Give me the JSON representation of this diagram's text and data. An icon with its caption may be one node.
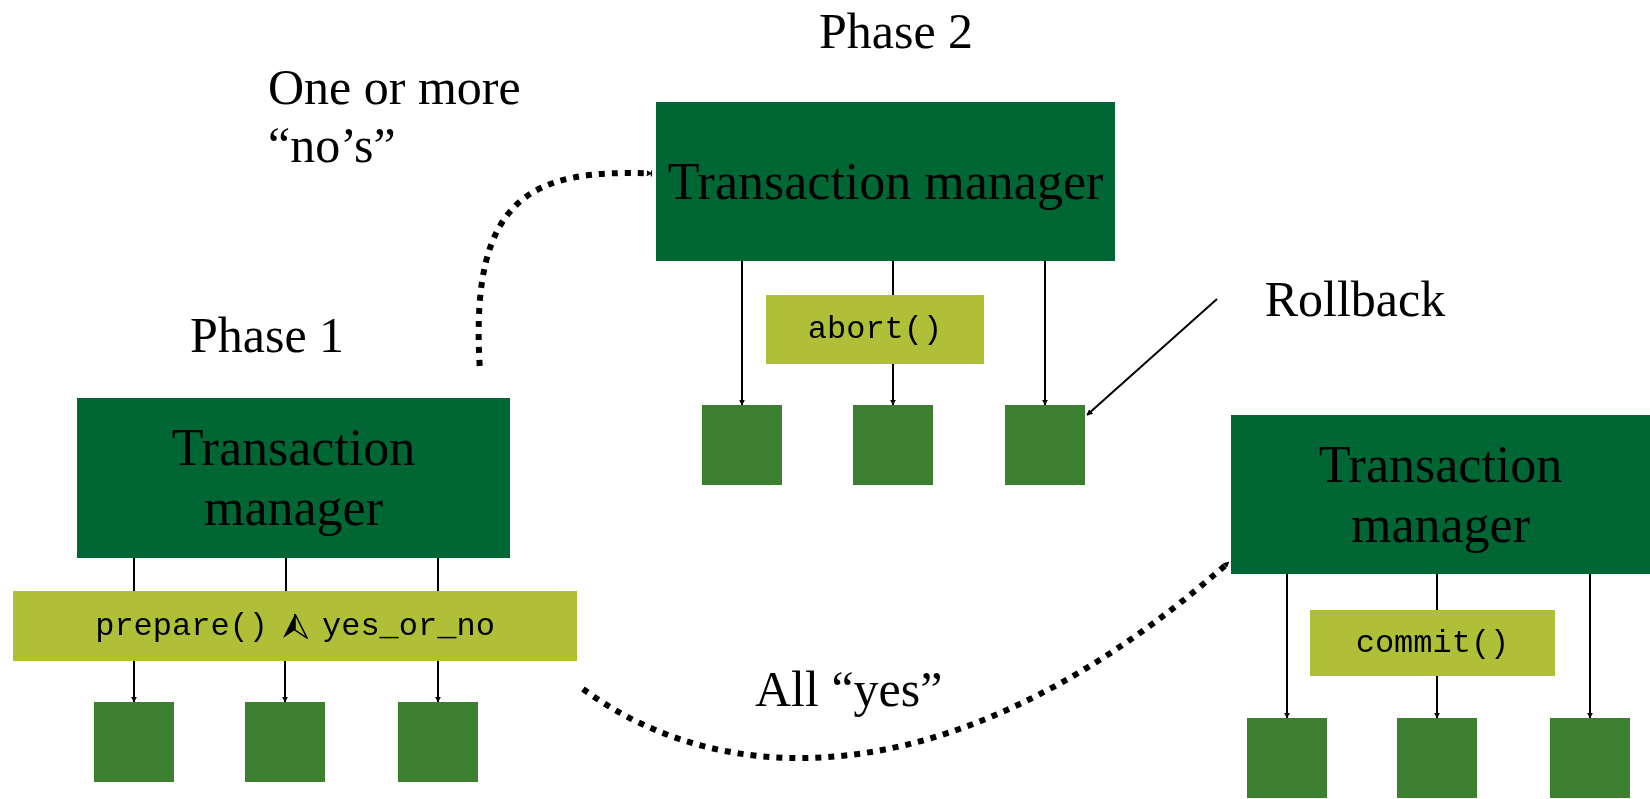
{
  "diagram": {
    "nodes": [
      {
        "text": [
          "Phase 1",
          "Transaction manager"
        ]
      },
      {
        "text": [
          "prepare()",
          "yes_or_no"
        ]
      },
      {
        "text": [],
        "shape": "box"
      },
      {
        "text": [],
        "shape": "box"
      },
      {
        "text": [],
        "shape": "box"
      },
      {
        "text": [
          "Phase 2",
          "Transaction manager"
        ]
      },
      {
        "text": [
          "abort()"
        ]
      },
      {
        "text": [],
        "shape": "box"
      },
      {
        "text": [],
        "shape": "box"
      },
      {
        "text": [],
        "shape": "box"
      },
      {
        "text": [
          "Transaction manager"
        ]
      },
      {
        "text": [
          "commit()"
        ]
      },
      {
        "text": [],
        "shape": "box"
      },
      {
        "text": [],
        "shape": "box"
      },
      {
        "text": [],
        "shape": "box"
      },
      {
        "text": [
          "Rollback"
        ]
      }
    ],
    "edges": [
      {
        "from": 0,
        "to": 1,
        "arrow": "none"
      },
      {
        "from": 0,
        "to": 1,
        "arrow": "none"
      },
      {
        "from": 0,
        "to": 1,
        "arrow": "none"
      },
      {
        "from": 1,
        "to": 2,
        "arrow": "to"
      },
      {
        "from": 1,
        "to": 3,
        "arrow": "to"
      },
      {
        "from": 1,
        "to": 4,
        "arrow": "to"
      },
      {
        "from": 5,
        "to": 7,
        "arrow": "to"
      },
      {
        "from": 5,
        "to": 6,
        "arrow": "none"
      },
      {
        "from": 6,
        "to": 8,
        "arrow": "to"
      },
      {
        "from": 5,
        "to": 9,
        "arrow": "to"
      },
      {
        "from": 10,
        "to": 12,
        "arrow": "to"
      },
      {
        "from": 10,
        "to": 11,
        "arrow": "none"
      },
      {
        "from": 11,
        "to": 13,
        "arrow": "to"
      },
      {
        "from": 10,
        "to": 14,
        "arrow": "to"
      },
      {
        "from": 0,
        "to": 5,
        "arrow": "to",
        "label": "One or more “no’s”",
        "style": "dashed"
      },
      {
        "from": 1,
        "to": 10,
        "arrow": "to",
        "label": "All “yes”",
        "style": "dashed"
      },
      {
        "from": 15,
        "to": 9,
        "arrow": "to"
      }
    ]
  }
}
